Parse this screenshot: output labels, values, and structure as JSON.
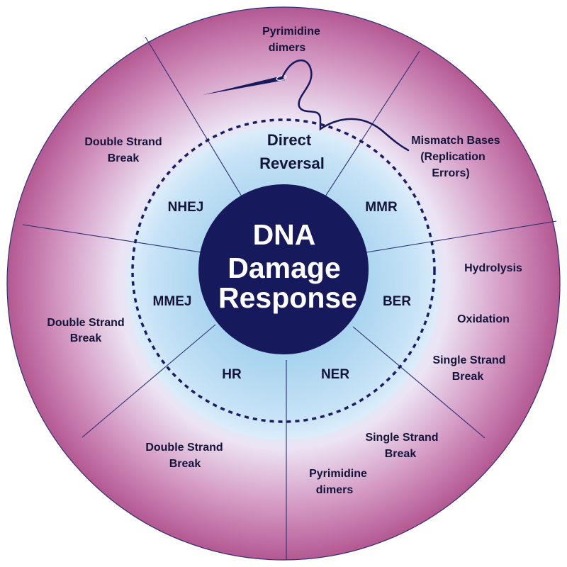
{
  "center": {
    "lines": [
      "DNA",
      "Damage",
      "Response"
    ]
  },
  "pathways": {
    "direct_reversal": [
      "Direct",
      "Reversal"
    ],
    "mmr": "MMR",
    "ber": "BER",
    "ner": "NER",
    "hr": "HR",
    "mmej": "MMEJ",
    "nhej": "NHEJ"
  },
  "damage": {
    "top": [
      "Pyrimidine",
      "dimers"
    ],
    "upper_right": [
      "Mismatch Bases",
      "(Replication",
      "Errors)"
    ],
    "right": [
      "Hydrolysis",
      "Oxidation",
      "Single Strand",
      "Break"
    ],
    "lower_right": [
      "Single Strand",
      "Break",
      "Pyrimidine",
      "dimers"
    ],
    "lower_left": [
      "Double Strand",
      "Break"
    ],
    "left": [
      "Double Strand",
      "Break"
    ],
    "upper_left": [
      "Double Strand",
      "Break"
    ]
  },
  "colors": {
    "outer_ring_edge": "#b45892",
    "outer_ring_inner": "#ece3f3",
    "inner_light": "#dcedfb",
    "inner_mid": "#a9d4ef",
    "center_fill": "#16195c",
    "divider": "#2c2f74",
    "dotted_ring": "#1a1d66",
    "thread": "#16195c"
  },
  "icons": {
    "needle": "needle-icon"
  }
}
